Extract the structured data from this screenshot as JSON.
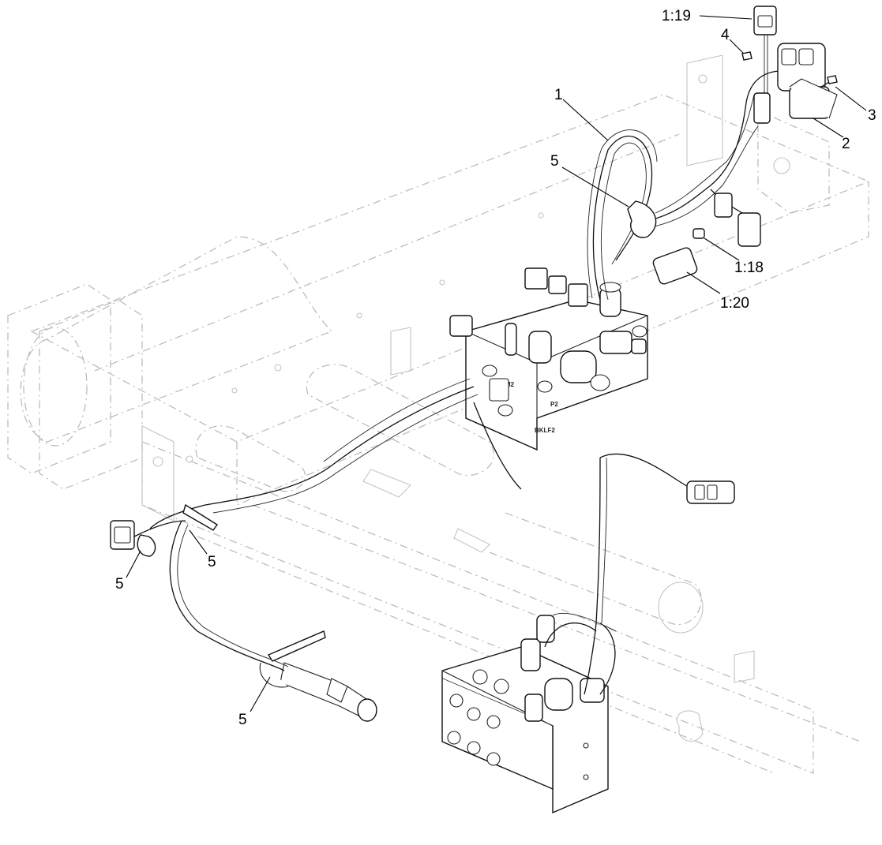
{
  "callouts": {
    "c1": "1",
    "c2": "2",
    "c3": "3",
    "c4": "4",
    "c5_top": "5",
    "c5_left": "5",
    "c5_mid": "5",
    "c5_bottom": "5",
    "c1_18": "1:18",
    "c1_19": "1:19",
    "c1_20": "1:20"
  },
  "block_stamps": {
    "p2": "P2",
    "m2": "M2",
    "bklf2": "BKLF2"
  }
}
